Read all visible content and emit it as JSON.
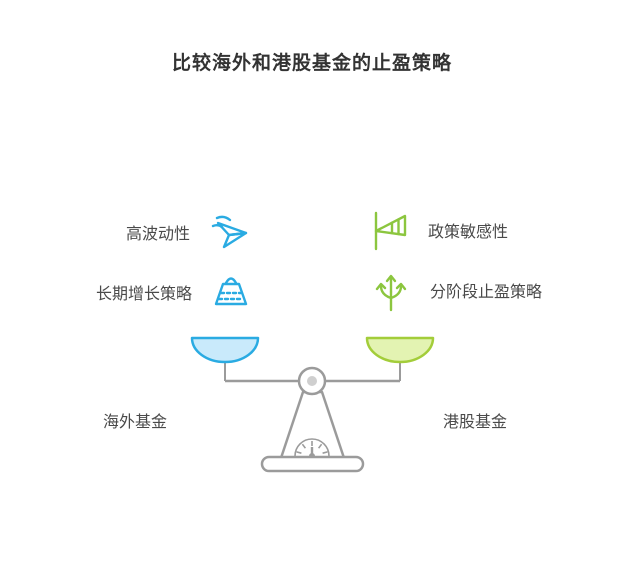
{
  "title": "比较海外和港股基金的止盈策略",
  "left": {
    "items": [
      {
        "label": "高波动性",
        "icon": "diving-plane-icon"
      },
      {
        "label": "长期增长策略",
        "icon": "weight-icon"
      }
    ],
    "footer": "海外基金"
  },
  "right": {
    "items": [
      {
        "label": "政策敏感性",
        "icon": "windsock-icon"
      },
      {
        "label": "分阶段止盈策略",
        "icon": "branch-arrows-icon"
      }
    ],
    "footer": "港股基金"
  },
  "colors": {
    "blue": "#2aabe2",
    "blue_fill": "#c9eafb",
    "green": "#8cc63f",
    "green_accent": "#a3cd3a",
    "green_fill": "#e3f3b2",
    "gray": "#9b9b9b",
    "text": "#4a4a4a",
    "title": "#333333"
  }
}
